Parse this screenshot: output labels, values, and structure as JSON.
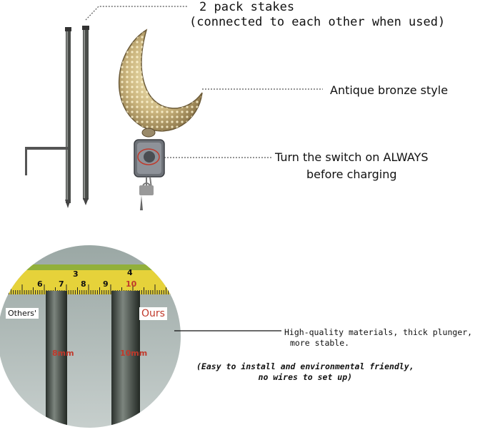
{
  "top_panel": {
    "stakes_label_line1": "2 pack  stakes",
    "stakes_label_line2": "(connected to each other when used)",
    "bronze_label": "Antique bronze style",
    "switch_label_line1": "Turn the switch on ALWAYS",
    "switch_label_line2": "before charging"
  },
  "bottom_panel": {
    "others_label": "Others'",
    "ours_label": "Ours",
    "others_size": "8mm",
    "ours_size": "10mm",
    "quality_line1": "High-quality materials, thick plunger,",
    "quality_line2": "more stable.",
    "easy_line1": "(Easy to install and environmental friendly,",
    "easy_line2": "no wires to set up)",
    "ruler_top_numbers": [
      "3",
      "4"
    ],
    "ruler_bottom_numbers": [
      "6",
      "7",
      "8",
      "9",
      "10"
    ]
  },
  "colors": {
    "ours_accent": "#c0392b",
    "ruler_yellow": "#e6d23a",
    "stake_dark": "#3a3d3a",
    "moon_bronze": "#c9b27a"
  }
}
